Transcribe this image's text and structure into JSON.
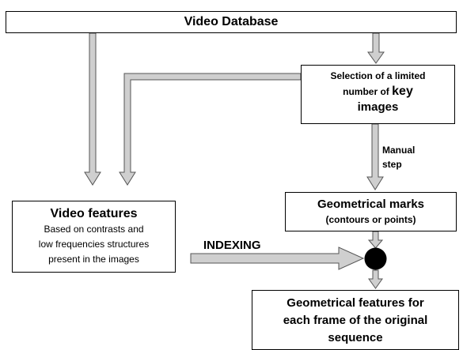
{
  "nodes": {
    "video_database": {
      "label": "Video Database"
    },
    "key_images": {
      "line1": "Selection of a limited",
      "line2_prefix": "number of ",
      "line2_emph": "key",
      "line3": "images"
    },
    "video_features": {
      "title": "Video features",
      "desc1": "Based on contrasts and",
      "desc2": "low frequencies structures",
      "desc3": "present in the images"
    },
    "geometrical_marks": {
      "title": "Geometrical marks",
      "sub": "(contours or points)"
    },
    "geometrical_features": {
      "line1": "Geometrical features for",
      "line2": "each frame of the original",
      "line3": "sequence"
    }
  },
  "edge_labels": {
    "manual_step_line1": "Manual",
    "manual_step_line2": "step",
    "indexing": "INDEXING"
  },
  "colors": {
    "arrow_fill": "#cfcfcf",
    "arrow_stroke": "#555555",
    "junction": "#000000"
  }
}
